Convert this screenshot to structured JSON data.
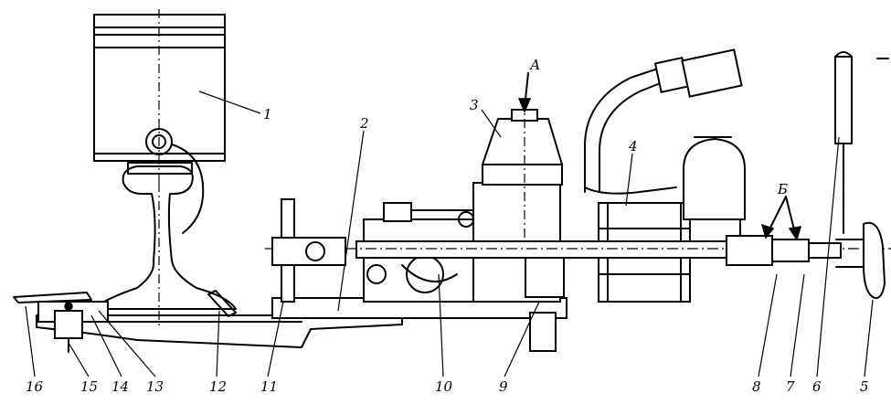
{
  "diagram": {
    "callouts": [
      "1",
      "2",
      "3",
      "4",
      "5",
      "6",
      "7",
      "8",
      "9",
      "10",
      "11",
      "12",
      "13",
      "14",
      "15",
      "16"
    ],
    "view_marks": {
      "a": "А",
      "b": "Б"
    }
  }
}
